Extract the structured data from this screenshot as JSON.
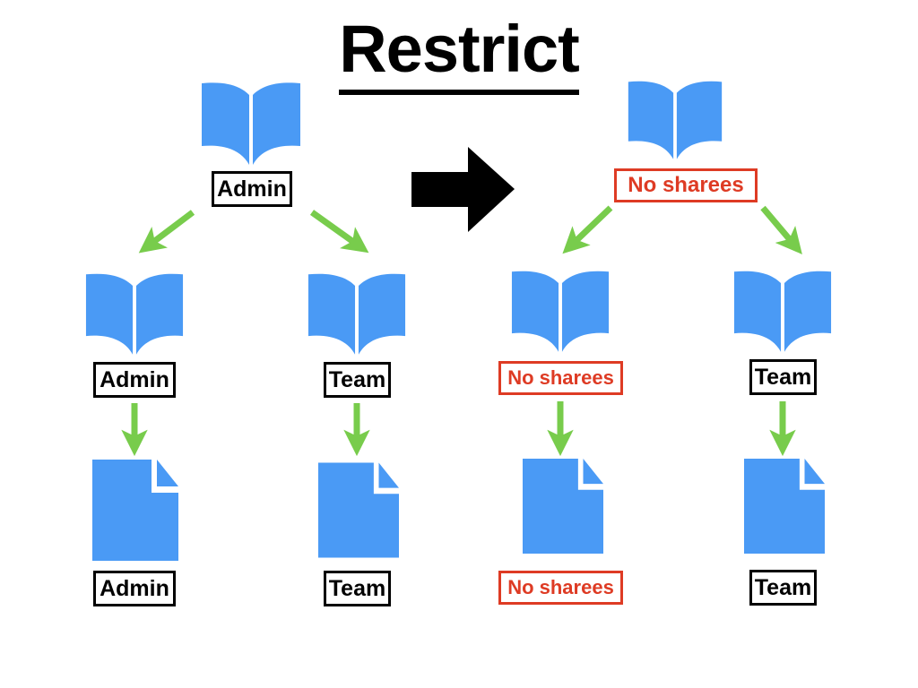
{
  "title": "Restrict",
  "colors": {
    "book_blue": "#4A9AF5",
    "doc_blue": "#4A9AF5",
    "arrow_green": "#78CC4C",
    "restricted_red": "#DE3B24",
    "label_black": "#000000",
    "background": "#FFFFFF",
    "big_arrow_black": "#000000"
  },
  "icons": {
    "book": "open-book-icon",
    "document": "document-icon",
    "green_arrow": "green-arrow-icon",
    "transform_arrow": "black-right-arrow-icon"
  },
  "before": {
    "caption": "Admin",
    "root": {
      "icon": "open-book-icon",
      "label": "Admin",
      "label_style": "black"
    },
    "children": [
      {
        "icon": "open-book-icon",
        "label": "Admin",
        "label_style": "black",
        "leaf": {
          "icon": "document-icon",
          "label": "Admin",
          "label_style": "black"
        }
      },
      {
        "icon": "open-book-icon",
        "label": "Team",
        "label_style": "black",
        "leaf": {
          "icon": "document-icon",
          "label": "Team",
          "label_style": "black"
        }
      }
    ]
  },
  "after": {
    "caption": "No sharees",
    "root": {
      "icon": "open-book-icon",
      "label": "No sharees",
      "label_style": "red"
    },
    "children": [
      {
        "icon": "open-book-icon",
        "label": "No sharees",
        "label_style": "red",
        "leaf": {
          "icon": "document-icon",
          "label": "No sharees",
          "label_style": "red"
        }
      },
      {
        "icon": "open-book-icon",
        "label": "Team",
        "label_style": "black",
        "leaf": {
          "icon": "document-icon",
          "label": "Team",
          "label_style": "black"
        }
      }
    ]
  }
}
